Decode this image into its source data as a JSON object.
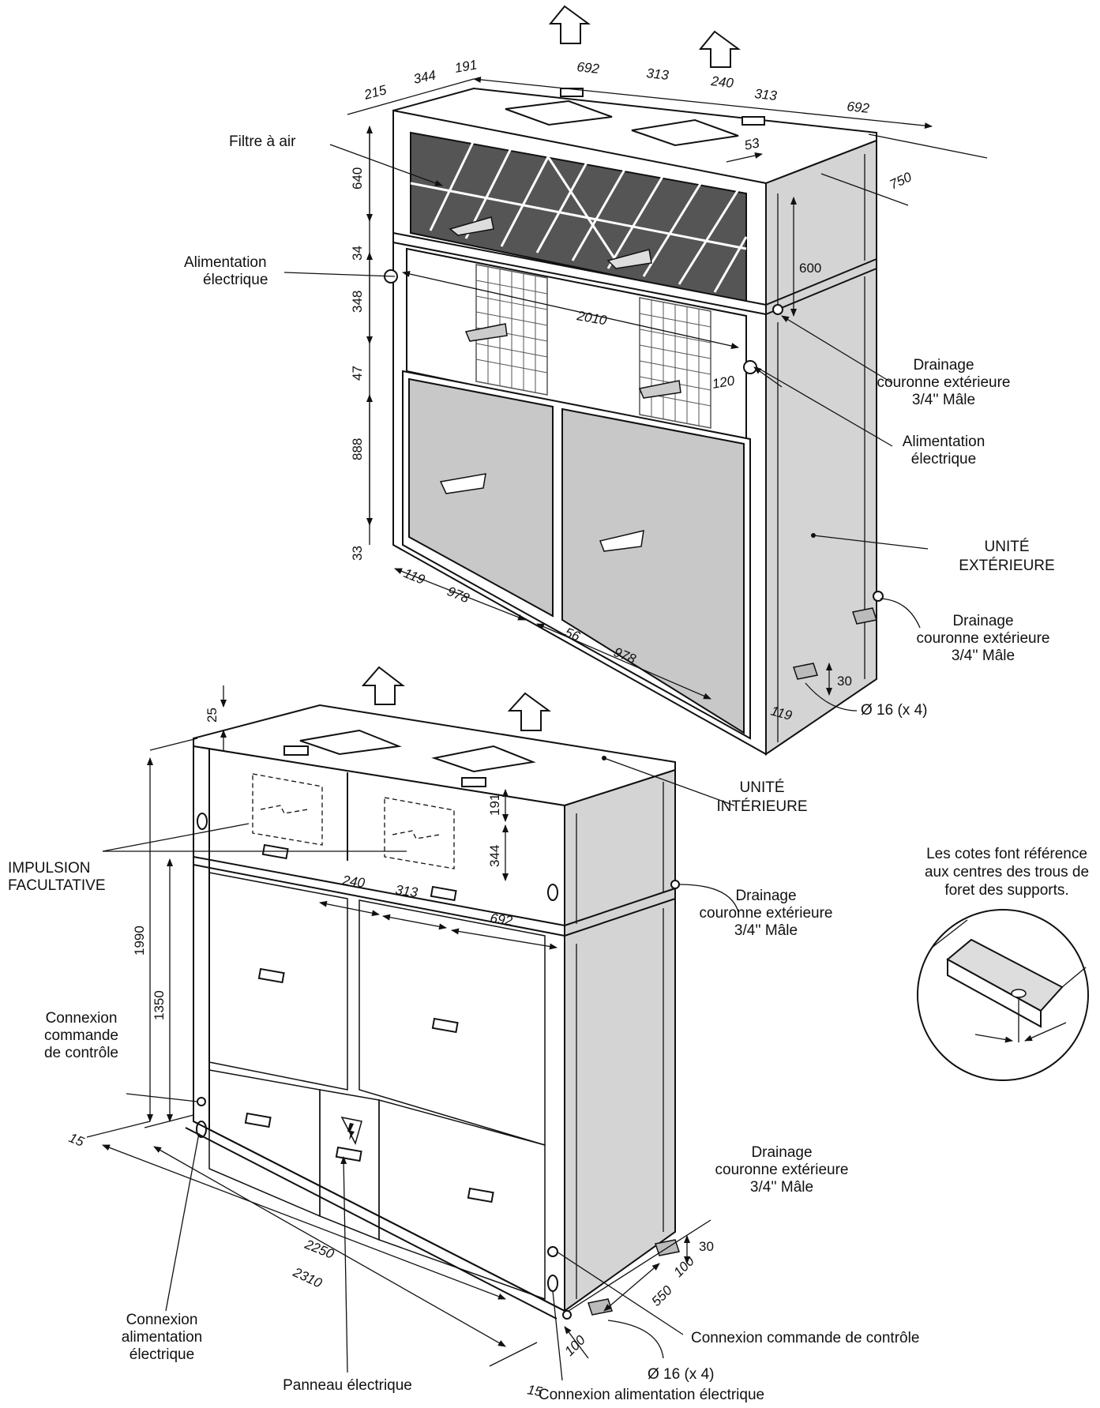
{
  "outdoor_unit": {
    "title_line1": "UNITÉ",
    "title_line2": "EXTÉRIEURE",
    "filter_label": "Filtre à air",
    "power_left_line1": "Alimentation",
    "power_left_line2": "électrique",
    "power_right_line1": "Alimentation",
    "power_right_line2": "électrique",
    "drain_top": [
      "Drainage",
      "couronne extérieure",
      "3/4'' Mâle"
    ],
    "drain_bottom": [
      "Drainage",
      "couronne extérieure",
      "3/4'' Mâle"
    ],
    "feet": "Ø 16 (x 4)",
    "dims": {
      "top": [
        "215",
        "344",
        "191",
        "692",
        "313",
        "240",
        "313",
        "692"
      ],
      "d53": "53",
      "d750": "750",
      "d600": "600",
      "d2010": "2010",
      "d120": "120",
      "left_vertical": [
        "640",
        "34",
        "348",
        "47",
        "888",
        "33"
      ],
      "bottom": [
        "119",
        "978",
        "56",
        "978",
        "119"
      ],
      "d30": "30"
    }
  },
  "indoor_unit": {
    "title_line1": "UNITÉ",
    "title_line2": "INTÉRIEURE",
    "impulsion_line1": "IMPULSION",
    "impulsion_line2": "FACULTATIVE",
    "drain_side": [
      "Drainage",
      "couronne extérieure",
      "3/4'' Mâle"
    ],
    "drain_bottom": [
      "Drainage",
      "couronne extérieure",
      "3/4'' Mâle"
    ],
    "control_left": [
      "Connexion",
      "commande",
      "de contrôle"
    ],
    "power_left": [
      "Connexion",
      "alimentation",
      "électrique"
    ],
    "control_right": "Connexion commande de contrôle",
    "power_bottom": "Connexion alimentation électrique",
    "panel": "Panneau électrique",
    "feet": "Ø 16 (x 4)",
    "dims": {
      "d25": "25",
      "d191": "191",
      "d344": "344",
      "d240": "240",
      "d313": "313",
      "d692": "692",
      "d1990": "1990",
      "d1350": "1350",
      "d15a": "15",
      "d15b": "15",
      "d2250": "2250",
      "d2310": "2310",
      "d100a": "100",
      "d550": "550",
      "d100b": "100",
      "d30": "30"
    }
  },
  "note": [
    "Les cotes font référence",
    "aux centres des trous de",
    "foret des supports."
  ]
}
